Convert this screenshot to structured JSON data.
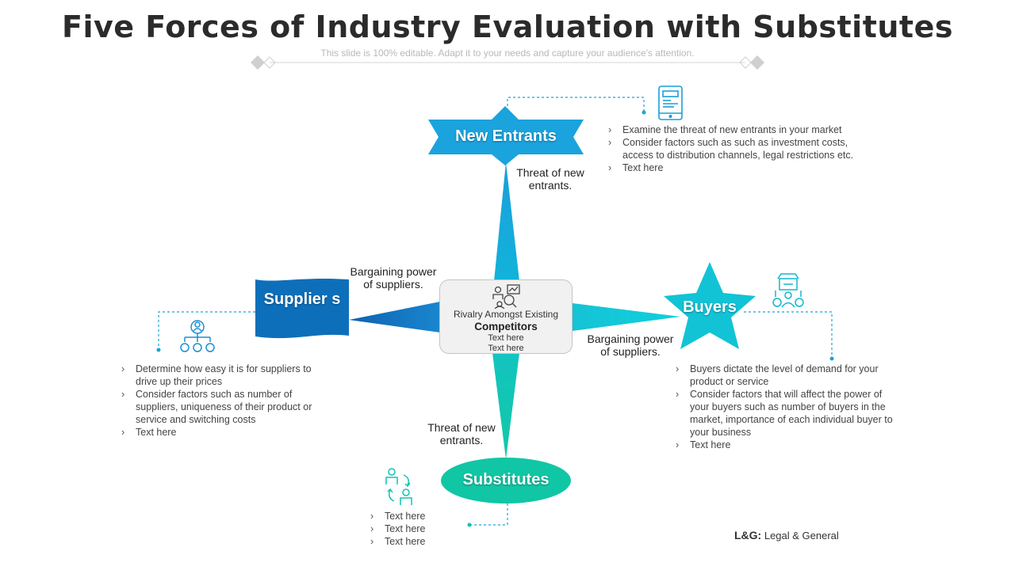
{
  "title": "Five Forces of Industry Evaluation with Substitutes",
  "subtitle": "This slide is 100% editable. Adapt it to your needs and capture your audience's attention.",
  "colors": {
    "new_entrants": "#1a9fd9",
    "suppliers": "#0d6fb8",
    "buyers": "#12c6d6",
    "substitutes": "#10c9a6",
    "connector": "#1aa3d9"
  },
  "center": {
    "icon": "competitors-icon",
    "title": "Rivalry Amongst Existing",
    "subtitle": "Competitors",
    "text1": "Text here",
    "text2": "Text here"
  },
  "new_entrants": {
    "label": "New Entrants",
    "force": "Threat of new entrants.",
    "icon": "tablet-chart-icon",
    "bullets": [
      "Examine the threat of new entrants in your market",
      "Consider factors such as such as investment costs, access to distribution channels, legal restrictions etc.",
      "Text here"
    ]
  },
  "suppliers": {
    "label": "Supplier s",
    "force": "Bargaining power of suppliers.",
    "icon": "hierarchy-users-icon",
    "bullets": [
      "Determine how easy it is for suppliers to drive up their prices",
      "Consider factors such as number of suppliers, uniqueness of their product or service and switching costs",
      "Text here"
    ]
  },
  "buyers": {
    "label": "Buyers",
    "force": "Bargaining power of suppliers.",
    "icon": "store-buyer-icon",
    "bullets": [
      "Buyers dictate the level of demand for your product or service",
      "Consider factors that will affect the power of your buyers such as number of buyers in the market, importance of each individual buyer to your business",
      "Text here"
    ]
  },
  "substitutes": {
    "label": "Substitutes",
    "force": "Threat of new entrants.",
    "icon": "exchange-users-icon",
    "bullets": [
      "Text here",
      "Text here",
      "Text here"
    ]
  },
  "logo": {
    "brand": "L&G:",
    "name": "Legal & General"
  }
}
